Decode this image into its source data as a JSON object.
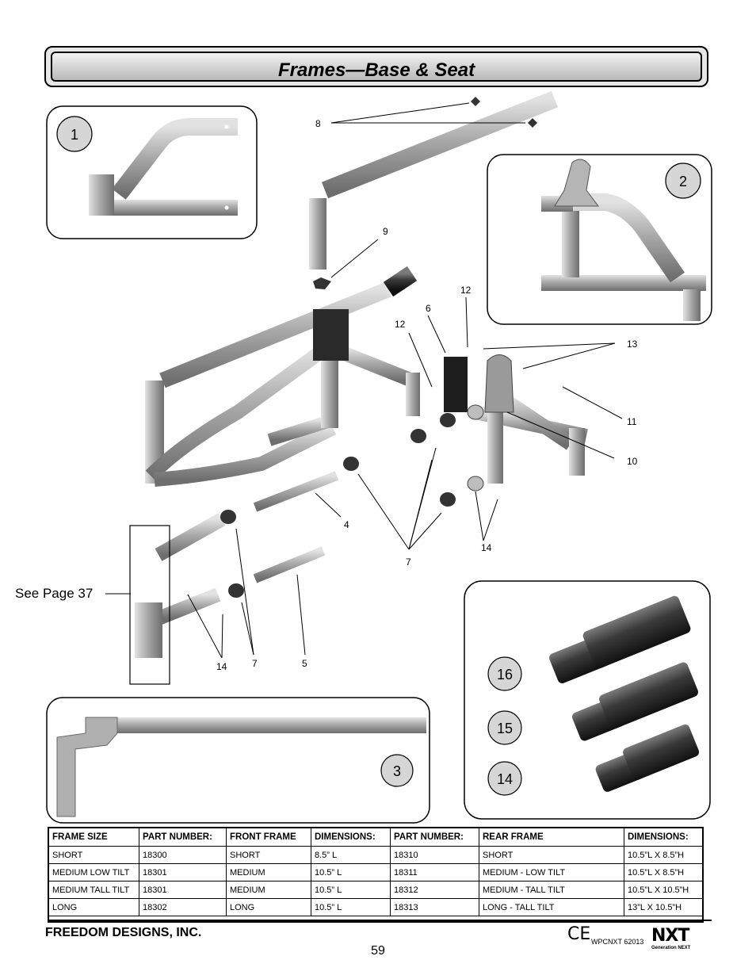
{
  "header": {
    "title": "Frames—Base & Seat"
  },
  "insets": {
    "one": "1",
    "two": "2",
    "three": "3",
    "sixteen": "16",
    "fifteen": "15",
    "fourteen": "14"
  },
  "callouts": {
    "c8": "8",
    "c9": "9",
    "c12a": "12",
    "c12b": "12",
    "c6": "6",
    "c13": "13",
    "c11": "11",
    "c10": "10",
    "c4": "4",
    "c14a": "14",
    "c7a": "7",
    "c14b": "14",
    "c7b": "7",
    "c5": "5"
  },
  "see_page": "See Page 37",
  "table": {
    "headers": [
      "FRAME SIZE",
      "PART NUMBER:",
      "FRONT FRAME",
      "DIMENSIONS:",
      "PART NUMBER:",
      "REAR FRAME",
      "DIMENSIONS:"
    ],
    "rows": [
      [
        "SHORT",
        "18300",
        "SHORT",
        "8.5” L",
        "18310",
        "SHORT",
        "10.5”L X 8.5”H"
      ],
      [
        "MEDIUM LOW TILT",
        "18301",
        "MEDIUM",
        "10.5” L",
        "18311",
        "MEDIUM - LOW TILT",
        "10.5”L X 8.5”H"
      ],
      [
        "MEDIUM TALL TILT",
        "18301",
        "MEDIUM",
        "10.5” L",
        "18312",
        "MEDIUM - TALL TILT",
        "10.5”L X 10.5”H"
      ],
      [
        "LONG",
        "18302",
        "LONG",
        "10.5” L",
        "18313",
        "LONG - TALL TILT",
        "13”L X 10.5”H"
      ]
    ]
  },
  "footer": {
    "company": "FREEDOM DESIGNS, INC.",
    "page_number": "59",
    "ce_mark": "CE",
    "doc_id": "WPCNXT 62013",
    "brand": "NXT",
    "brand_tagline": "Generation NEXT"
  }
}
